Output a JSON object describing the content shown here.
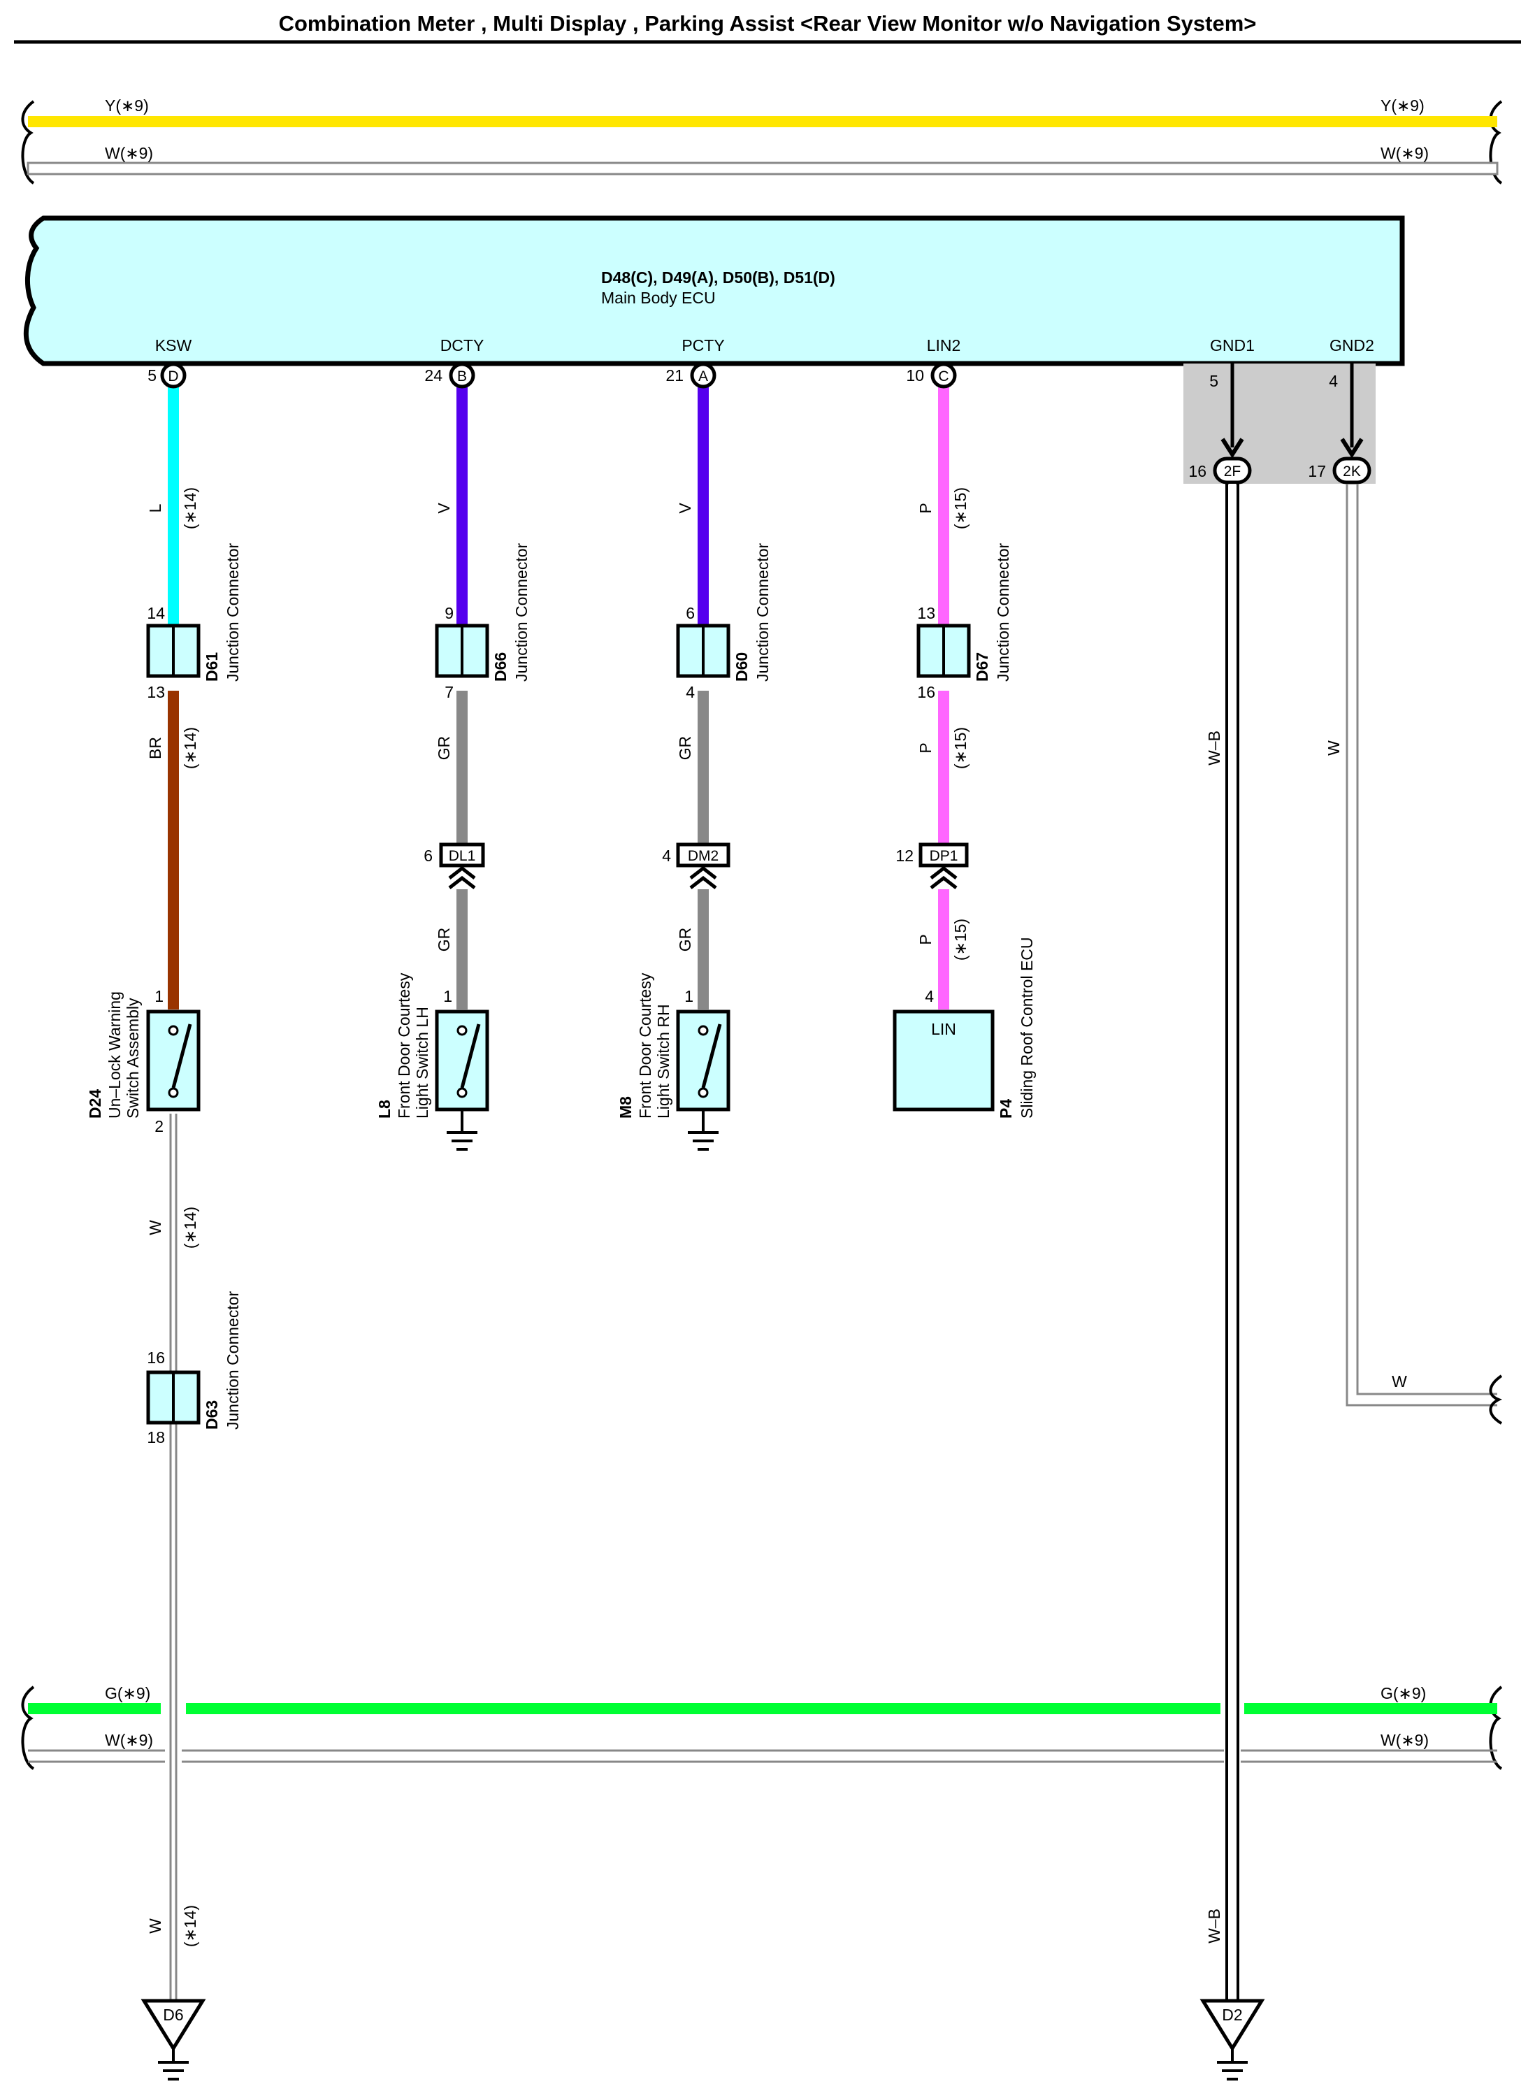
{
  "title": "Combination Meter , Multi Display , Parking Assist <Rear View Monitor w/o Navigation System>",
  "colors": {
    "Y": "#ffe600",
    "W": "#ffffff",
    "G": "#00ff33",
    "L": "#00ffff",
    "V": "#5500ee",
    "P": "#ff66ff",
    "BR": "#993300",
    "GR": "#888888",
    "W-B": "#ffffff",
    "ecu_fill": "#ccffff",
    "ground_block": "#cccccc"
  },
  "top_bus": {
    "lines": [
      {
        "left_label": "Y(∗9)",
        "right_label": "Y(∗9)",
        "color": "Y"
      },
      {
        "left_label": "W(∗9)",
        "right_label": "W(∗9)",
        "color": "W"
      }
    ]
  },
  "bottom_bus": {
    "lines": [
      {
        "left_label": "G(∗9)",
        "right_label": "G(∗9)",
        "color": "G"
      },
      {
        "left_label": "W(∗9)",
        "right_label": "W(∗9)",
        "color": "W"
      }
    ]
  },
  "ecu": {
    "connectors": "D48(C), D49(A), D50(B), D51(D)",
    "name": "Main Body ECU",
    "terminals": [
      {
        "name": "KSW",
        "pin": "5",
        "conn": "D"
      },
      {
        "name": "DCTY",
        "pin": "24",
        "conn": "B"
      },
      {
        "name": "PCTY",
        "pin": "21",
        "conn": "A"
      },
      {
        "name": "LIN2",
        "pin": "10",
        "conn": "C"
      },
      {
        "name": "GND1",
        "pin": "5",
        "conn": ""
      },
      {
        "name": "GND2",
        "pin": "4",
        "conn": ""
      }
    ]
  },
  "wires": {
    "L": "L",
    "V": "V",
    "P": "P",
    "BR": "BR",
    "GR": "GR",
    "W": "W",
    "WB": "W–B",
    "note14": "(∗14)",
    "note15": "(∗15)"
  },
  "junctions": [
    {
      "id": "D61",
      "name": "Junction Connector",
      "pin_top": "14",
      "pin_bottom": "13"
    },
    {
      "id": "D66",
      "name": "Junction Connector",
      "pin_top": "9",
      "pin_bottom": "7"
    },
    {
      "id": "D60",
      "name": "Junction Connector",
      "pin_top": "6",
      "pin_bottom": "4"
    },
    {
      "id": "D67",
      "name": "Junction Connector",
      "pin_top": "13",
      "pin_bottom": "16"
    },
    {
      "id": "D63",
      "name": "Junction Connector",
      "pin_top": "16",
      "pin_bottom": "18"
    }
  ],
  "inline_connectors": [
    {
      "id": "DL1",
      "pin": "6"
    },
    {
      "id": "DM2",
      "pin": "4"
    },
    {
      "id": "DP1",
      "pin": "12"
    }
  ],
  "ground_connectors": [
    {
      "id": "2F",
      "pin": "16"
    },
    {
      "id": "2K",
      "pin": "17"
    }
  ],
  "components": [
    {
      "id": "D24",
      "line1": "Un–Lock Warning",
      "line2": "Switch Assembly",
      "pin_top": "1",
      "pin_bottom": "2"
    },
    {
      "id": "L8",
      "line1": "Front Door Courtesy",
      "line2": "Light Switch LH",
      "pin_top": "1"
    },
    {
      "id": "M8",
      "line1": "Front Door Courtesy",
      "line2": "Light Switch RH",
      "pin_top": "1"
    },
    {
      "id": "P4",
      "line1": "Sliding Roof Control ECU",
      "pin_top": "4",
      "terminal": "LIN"
    }
  ],
  "grounds": [
    {
      "id": "D6"
    },
    {
      "id": "D2"
    }
  ],
  "right_exit": {
    "label": "W"
  }
}
